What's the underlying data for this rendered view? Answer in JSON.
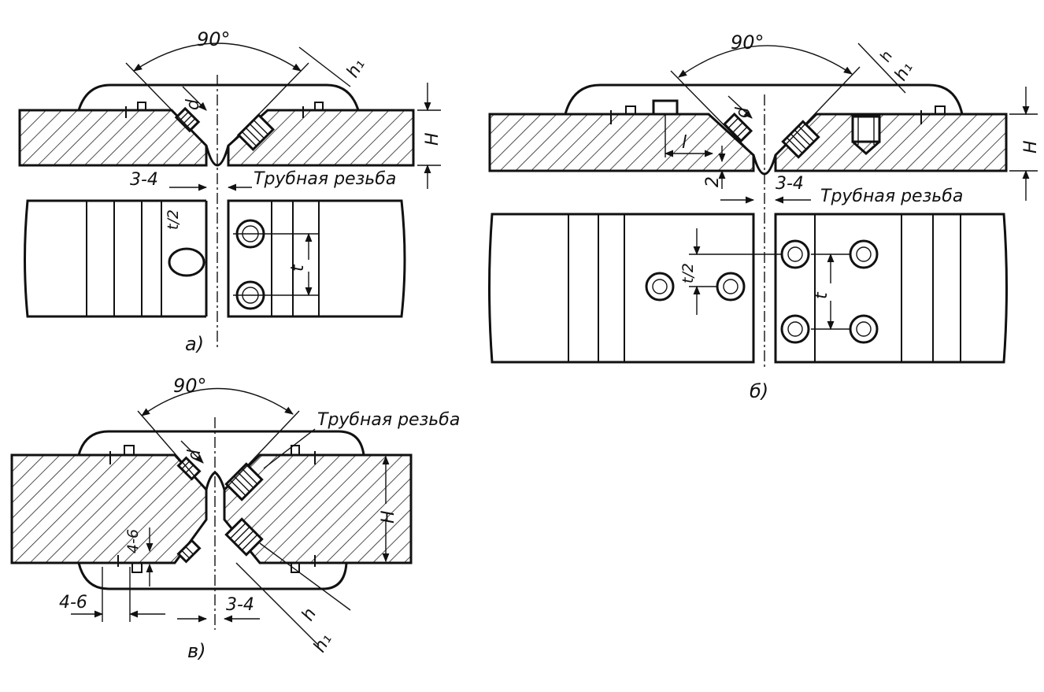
{
  "figures": {
    "a": {
      "caption": "а)",
      "angle": "90°",
      "gap": "3-4",
      "thread": "Трубная резьба",
      "dim_d": "d",
      "dim_h1": "h₁",
      "dim_H": "H",
      "dim_t": "t",
      "dim_t2": "t/2"
    },
    "b": {
      "caption": "б)",
      "angle": "90°",
      "gap": "3-4",
      "thread": "Трубная резьба",
      "dim_d": "d",
      "dim_h": "h",
      "dim_h1": "h₁",
      "dim_H": "H",
      "dim_l": "l",
      "dim_2": "2",
      "dim_t": "t",
      "dim_t2": "t/2"
    },
    "v": {
      "caption": "в)",
      "angle": "90°",
      "gap": "3-4",
      "side": "4-6",
      "inner": "4-6",
      "thread": "Трубная резьба",
      "dim_d": "d",
      "dim_h": "h",
      "dim_h1": "h₁",
      "dim_H": "H"
    }
  }
}
